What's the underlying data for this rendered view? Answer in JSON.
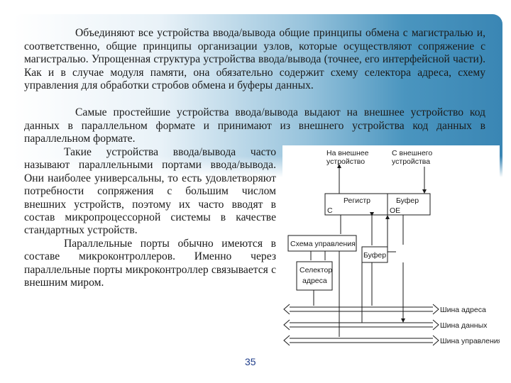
{
  "paragraphs": {
    "p1": "Объединяют все устройства ввода/вывода общие принципы обмена с магистралью и, соответственно, общие принципы организации узлов, которые осуществляют сопряжение с магистралью. Упрощенная структура устройства ввода/вывода (точнее, его интерфейсной части). Как и в случае модуля памяти, она обязательно содержит схему селектора адреса, схему управления для обработки стробов обмена и буферы данных.",
    "p2": "Самые простейшие устройства ввода/вывода выдают на внешнее устройство код данных в параллельном формате и принимают из внешнего устройства код данных в параллельном формате.",
    "p3": "Такие устройства ввода/вывода часто называют параллельными портами ввода/вывода. Они наиболее универсальны, то есть удовлетворяют потребности сопряжения с большим числом внешних устройств, поэтому их часто вводят в состав микропроцессорной системы в качестве стандартных устройств.",
    "p4": "Параллельные порты обычно имеются в составе микроконтроллеров. Именно через параллельные порты микроконтроллер связывается с внешним миром."
  },
  "page_number": "35",
  "diagram": {
    "to_external_line1": "На внешнее",
    "to_external_line2": "устройство",
    "from_external_line1": "С внешнего",
    "from_external_line2": "устройства",
    "register": "Регистр",
    "register_c": "С",
    "buffer_top": "Буфер",
    "buffer_oe": "OE",
    "control": "Схема управления",
    "buffer_mid": "Буфер",
    "selector_line1": "Селектор",
    "selector_line2": "адреса",
    "bus_address": "Шина адреса",
    "bus_data": "Шина данных",
    "bus_control": "Шина управления"
  }
}
